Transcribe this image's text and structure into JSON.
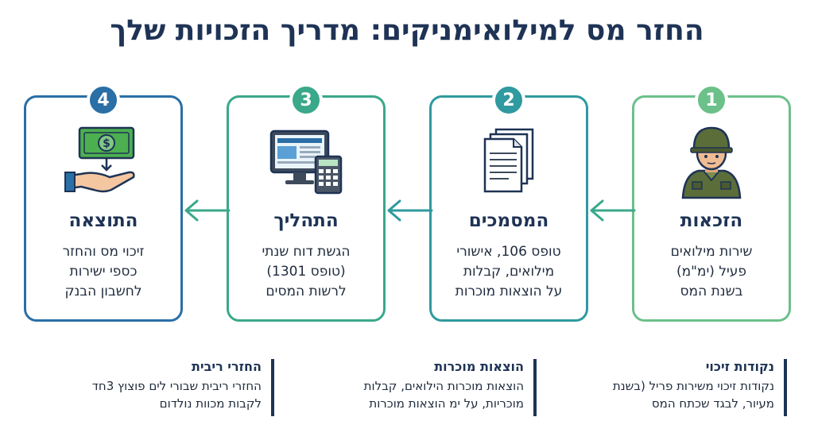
{
  "title": "החזר מס למילואימניקים: מדריך הזכויות שלך",
  "colors": {
    "step1": "#6cc08a",
    "step2": "#2f9a9f",
    "step3": "#3aa88a",
    "step4": "#2a6fa6",
    "dark": "#1e3355"
  },
  "steps": [
    {
      "number": "1",
      "icon": "soldier-icon",
      "title": "הזכאות",
      "lines": [
        "שירות מילואים",
        "פעיל (ימ\"מ)",
        "בשנת המס"
      ]
    },
    {
      "number": "2",
      "icon": "documents-icon",
      "title": "המסמכים",
      "lines": [
        "טופס 106, אישורי",
        "מילואים, קבלות",
        "על הוצאות מוכרות"
      ]
    },
    {
      "number": "3",
      "icon": "computer-calculator-icon",
      "title": "התהליך",
      "lines": [
        "הגשת דוח שנתי",
        "(טופס 1301)",
        "לרשות המסים"
      ]
    },
    {
      "number": "4",
      "icon": "money-hand-icon",
      "title": "התוצאה",
      "lines": [
        "זיכוי מס והחזר",
        "כספי ישירות",
        "לחשבון הבנק"
      ]
    }
  ],
  "notes": [
    {
      "title": "נקודות זיכוי",
      "lines": [
        "נקודות זיכוי משירות פריל (בשנת",
        "מעיור, לבגד שכתח המס"
      ]
    },
    {
      "title": "הוצאות מוכרות",
      "lines": [
        "הוצאות מוכרות הילואים, קבלות",
        "מוכריות, על ימ הוצאות מוכרות"
      ]
    },
    {
      "title": "החזרי ריבית",
      "lines": [
        "החזרי ריבית שבורי לים פוצוץ 3חד",
        "לקבות מכוות נולדום"
      ]
    }
  ]
}
